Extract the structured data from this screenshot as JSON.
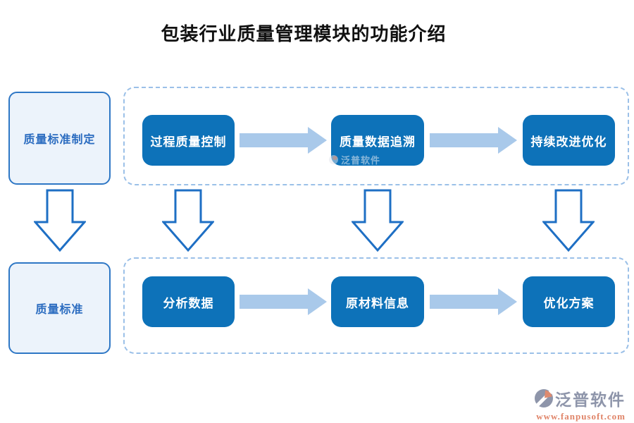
{
  "title": "包装行业质量管理模块的功能介绍",
  "left_column": {
    "top_box": "质量标准制定",
    "bottom_box": "质量标准"
  },
  "flow": {
    "top_row": [
      "过程质量控制",
      "质量数据追溯",
      "持续改进优化"
    ],
    "bottom_row": [
      "分析数据",
      "原材料信息",
      "优化方案"
    ]
  },
  "watermark": "泛普软件",
  "logo": {
    "name": "泛普软件",
    "url": "www.fanpusoft.com"
  },
  "colors": {
    "button_blue": "#0d72b9",
    "arrow_light_blue": "#a9c9ea",
    "hollow_arrow_outline": "#1e6fc4",
    "panel_dash_blue": "#9bc0e8",
    "left_box_fill": "#ecf3fb",
    "left_box_border": "#2e77c5",
    "left_box_text": "#2b6cc0",
    "title_color": "#111111",
    "logo_gray": "#8e95aa",
    "logo_orange": "#e08468"
  }
}
